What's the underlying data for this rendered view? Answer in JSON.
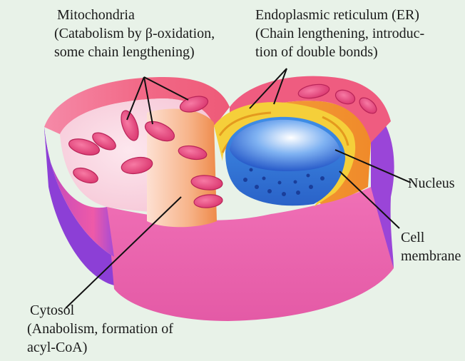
{
  "labels": {
    "mitochondria": {
      "title": "Mitochondria",
      "line1": "(Catabolism by β-oxidation,",
      "line2": "some chain lengthening)"
    },
    "er": {
      "title": "Endoplasmic reticulum (ER)",
      "line1": "(Chain lengthening, introduc-",
      "line2": "tion of double bonds)"
    },
    "nucleus": {
      "title": "Nucleus"
    },
    "membrane": {
      "line1": "Cell",
      "line2": "membrane"
    },
    "cytosol": {
      "title": "Cytosol",
      "line1": "(Anabolism, formation of",
      "line2": "acyl-CoA)"
    }
  },
  "colors": {
    "background": "#e8f2e8",
    "membrane_outer": "#e0569e",
    "membrane_side": "#8c3fd6",
    "interior": "#f7d2df",
    "mitochondria": "#e8467d",
    "cytosol_column": "#f6a878",
    "er": "#f3c63b",
    "nucleus": "#2e6fd8",
    "leader_line": "#111111"
  }
}
